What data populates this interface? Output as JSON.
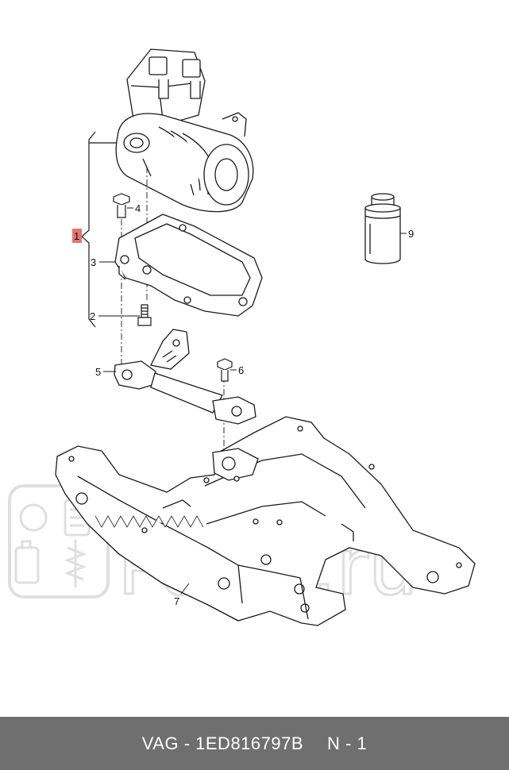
{
  "diagram": {
    "callouts": {
      "c1": "1",
      "c2": "2",
      "c3": "3",
      "c4": "4",
      "c5": "5",
      "c6": "6",
      "c7": "7",
      "c9": "9"
    },
    "highlight_color": "#e8736f",
    "line_color": "#1a1a1a"
  },
  "watermark": {
    "text": "Parts.ru",
    "icons": [
      "oil-can-icon",
      "shock-absorber-icon",
      "filter-icon"
    ]
  },
  "footer": {
    "part_number": "VAG - 1ED816797B",
    "position": "N - 1"
  }
}
